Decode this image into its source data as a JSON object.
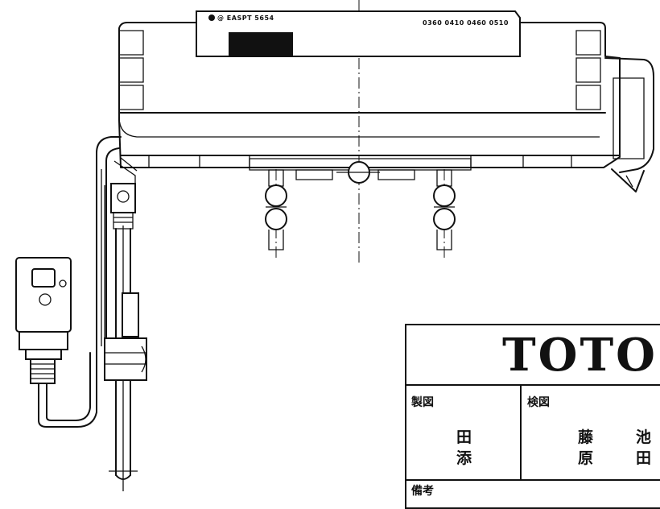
{
  "diagram": {
    "small_text_left": "@ EASPT 5654",
    "small_text_right": "0360 0410 0460 0510"
  },
  "title_block": {
    "brand": "TOTO",
    "drawn_by_label": "製図",
    "checked_by_label": "検図",
    "drawn_by_names": [
      "田",
      "添"
    ],
    "checked_by_names": [
      [
        "藤",
        "原"
      ],
      [
        "池",
        "田"
      ]
    ],
    "remarks_label": "備考"
  }
}
